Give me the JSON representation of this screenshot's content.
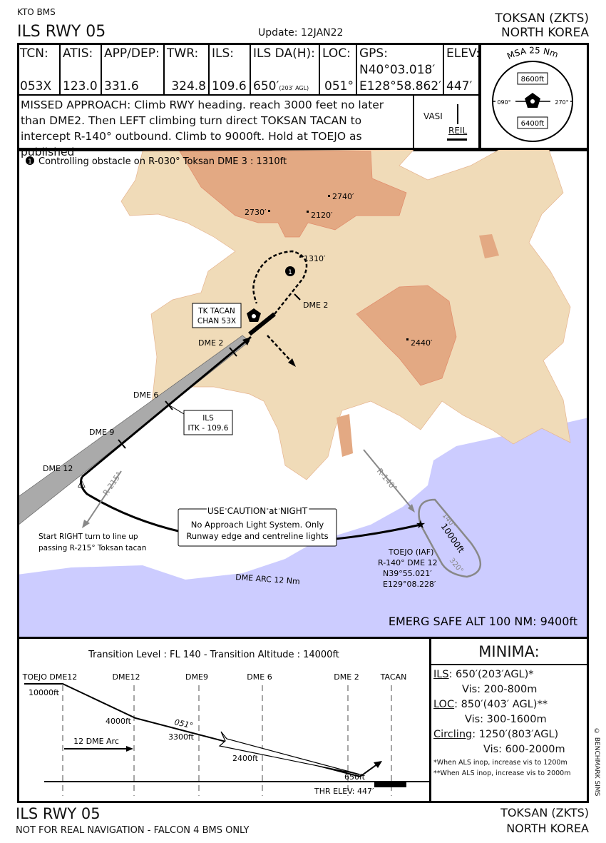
{
  "header": {
    "org": "KTO BMS",
    "procedure": "ILS RWY 05",
    "update": "Update: 12JAN22",
    "airport": "TOKSAN (ZKTS)",
    "country": "NORTH KOREA"
  },
  "info": [
    {
      "label": "TCN:",
      "value": "053X"
    },
    {
      "label": "ATIS:",
      "value": "123.0"
    },
    {
      "label": "APP/DEP:",
      "value": "331.6"
    },
    {
      "label": "TWR:",
      "value": "324.8"
    },
    {
      "label": "ILS:",
      "value": "109.6"
    },
    {
      "label": "ILS DA(H):",
      "value": "650′",
      "sub": "(203′ AGL)"
    },
    {
      "label": "LOC:",
      "value": "051°"
    },
    {
      "label": "GPS:",
      "value": "N40°03.018′",
      "value2": "E128°58.862′"
    },
    {
      "label": "ELEV:",
      "value": "447′"
    }
  ],
  "missed": "MISSED APPROACH: Climb RWY heading. reach 3000 feet no later than DME2. Then LEFT climbing turn direct TOKSAN TACAN to intercept R-140° outbound. Climb to 9000ft. Hold at TOEJO as published",
  "lights": {
    "vasi": "VASI",
    "reil": "REIL"
  },
  "msa": {
    "title": "MSA 25 Nm",
    "north": "8600ft",
    "south": "6400ft",
    "left": "090°",
    "right": "270°"
  },
  "map": {
    "obstacle_note": "Controlling obstacle on R-030° Toksan DME 3 : 1310ft",
    "obstacle_num": "1",
    "elevations": [
      "2740′",
      "2730′",
      "2120′",
      "1310′",
      "2440′"
    ],
    "tacan": [
      "TK TACAN",
      "CHAN 53X"
    ],
    "ils_box": [
      "ILS",
      "ITK - 109.6"
    ],
    "dme": [
      "DME 2",
      "DME 2",
      "DME 6",
      "DME 9",
      "DME 12"
    ],
    "r215": "R-215°",
    "r140": "R-140°",
    "start_right": [
      "Start RIGHT turn to line up",
      "passing R-215° Toksan tacan"
    ],
    "caution": {
      "title": "USE CAUTION at NIGHT",
      "lines": [
        "No Approach Light System. Only",
        "Runway edge and centreline lights"
      ]
    },
    "arc": "DME ARC 12 Nm",
    "toejo": [
      "TOEJO (IAF)",
      "R-140° DME 12",
      "N39°55.021′",
      "E129°08.228′"
    ],
    "hold": {
      "inbound": "320°",
      "outbound": "140°",
      "alt": "10000ft"
    },
    "emerg": "EMERG SAFE ALT 100 NM: 9400ft",
    "colors": {
      "terrain_low": "#f0dbb8",
      "terrain_high": "#e3a983",
      "water": "#ccccff"
    }
  },
  "profile": {
    "transition": "Transition Level : FL 140  -  Transition Altitude : 14000ft",
    "fixes": [
      "TOEJO DME12",
      "DME12",
      "DME9",
      "DME 6",
      "DME 2",
      "TACAN"
    ],
    "alts": [
      "10000ft",
      "4000ft",
      "3300ft",
      "2400ft",
      "650ft"
    ],
    "course": "051°",
    "arc": "12 DME Arc",
    "thr": "THR ELEV: 447′"
  },
  "minima": {
    "title": "MINIMA:",
    "rows": [
      {
        "cat": "ILS",
        "val": ": 650′(203′AGL)*",
        "vis": "Vis: 200-800m"
      },
      {
        "cat": "LOC",
        "val": ": 850′(403′ AGL)**",
        "vis": "Vis: 300-1600m"
      },
      {
        "cat": "Circling",
        "val": ": 1250′(803′AGL)",
        "vis": "Vis: 600-2000m"
      }
    ],
    "notes": [
      "*When ALS inop, increase vis to 1200m",
      "**When ALS inop, increase vis to 2000m"
    ]
  },
  "copyright": "© BENCHMARK SIMS",
  "footer": {
    "procedure": "ILS RWY 05",
    "disclaimer": "NOT FOR REAL NAVIGATION - FALCON 4 BMS ONLY",
    "airport": "TOKSAN (ZKTS)",
    "country": "NORTH KOREA"
  }
}
